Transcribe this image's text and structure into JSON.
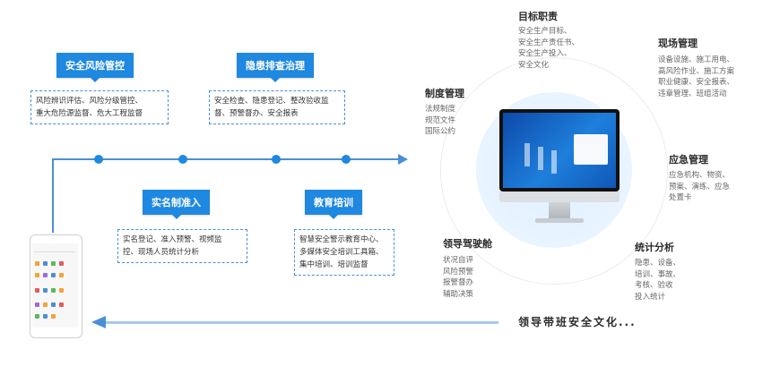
{
  "process_steps": [
    {
      "title": "安全风险管控",
      "desc": [
        "风险辨识评估、风险分级管控、",
        "重大危险源监督、危大工程监督"
      ]
    },
    {
      "title": "隐患排查治理",
      "desc": [
        "安全检查、隐患登记、整改验收监",
        "督、预警督办、安全报表"
      ]
    },
    {
      "title": "实名制准入",
      "desc": [
        "实名登记、准入预警、视频监",
        "控、现场人员统计分析"
      ]
    },
    {
      "title": "教育培训",
      "desc": [
        "智慧安全警示教育中心、",
        "多媒体安全培训工具箱、",
        "集中培训、培训监督"
      ]
    }
  ],
  "bottom_banner": "领导带班安全文化...",
  "modules": {
    "goals": {
      "title": "目标职责",
      "items": [
        "安全生产目标、",
        "安全生产责任书、",
        "安全生产投入、",
        "安全文化"
      ]
    },
    "site": {
      "title": "现场管理",
      "items": [
        "设备设施、施工用电、",
        "高风险作业、施工方案",
        "职业健康、安全报表、",
        "违章管理、班组活动"
      ]
    },
    "system": {
      "title": "制度管理",
      "items": [
        "法规制度",
        "规范文件",
        "国际公约"
      ]
    },
    "emergency": {
      "title": "应急管理",
      "items": [
        "应急机构、物资、",
        "预案、演练、应急",
        "处置卡"
      ]
    },
    "cockpit": {
      "title": "领导驾驶舱",
      "items": [
        "状况自评",
        "风险预警",
        "报警督办",
        "辅助决策"
      ]
    },
    "stats": {
      "title": "统计分析",
      "items": [
        "隐患、设备、",
        "培训、事故、",
        "考核、验收",
        "投入统计"
      ]
    }
  },
  "colors": {
    "accent": "#1f88e0",
    "line": "#4a8fd6"
  }
}
